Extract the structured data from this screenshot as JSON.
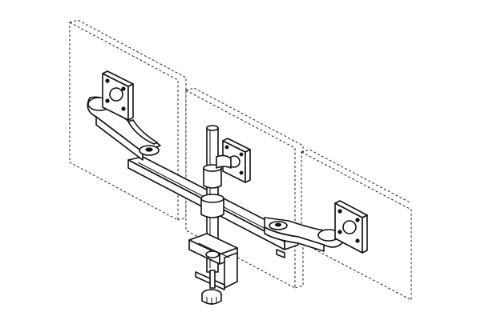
{
  "figure": {
    "subject": "triple-monitor-arm-mount",
    "line_color": "#111111",
    "background": "#ffffff",
    "monitor_outline_style": "dashed",
    "monitor_count": 3,
    "labels": []
  }
}
